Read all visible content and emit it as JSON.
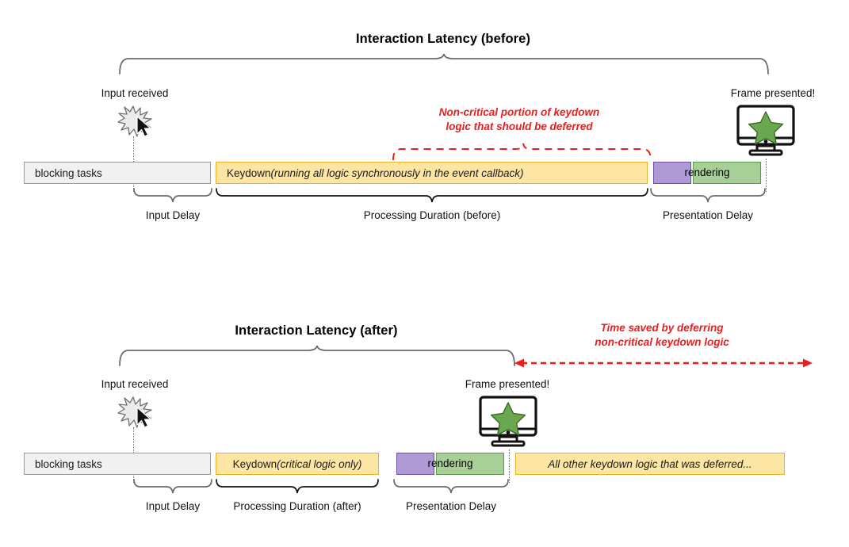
{
  "meta": {
    "colors": {
      "accent_red": "#ef1c1c",
      "yellow_fill": "#fde6a4",
      "yellow_border": "#eeb020",
      "purple_fill": "#b09ad6",
      "purple_border": "#6f4fa8",
      "green_fill": "#a8cf98",
      "green_border": "#5d9b4c",
      "gray_fill": "#f1f1f1",
      "gray_border": "#9a9a9a",
      "brace_gray": "#6b6b6b",
      "star_green": "#6aa84f"
    }
  },
  "before": {
    "title": "Interaction Latency (before)",
    "input_label": "Input received",
    "frame_label": "Frame presented!",
    "annotation": {
      "line1": "Non-critical portion of keydown",
      "line2": "logic that should be deferred"
    },
    "bars": {
      "blocking": "blocking tasks",
      "keydown_main": "Keydown ",
      "keydown_italic": "(running all logic synchronously in the event callback)",
      "rendering": "rendering"
    },
    "phases": {
      "input_delay": "Input Delay",
      "processing": "Processing Duration (before)",
      "presentation": "Presentation Delay"
    },
    "icons": {
      "burst": "burst-icon",
      "cursor": "cursor-icon",
      "monitor": "monitor-icon",
      "star": "star-icon"
    }
  },
  "after": {
    "title": "Interaction Latency (after)",
    "input_label": "Input received",
    "frame_label": "Frame presented!",
    "annotation": {
      "line1": "Time saved by deferring",
      "line2": "non-critical keydown logic"
    },
    "bars": {
      "blocking": "blocking tasks",
      "keydown_main": "Keydown ",
      "keydown_italic": "(critical logic only)",
      "rendering": "rendering",
      "deferred": "All other keydown logic that was deferred..."
    },
    "phases": {
      "input_delay": "Input Delay",
      "processing": "Processing Duration (after)",
      "presentation": "Presentation Delay"
    },
    "icons": {
      "burst": "burst-icon",
      "cursor": "cursor-icon",
      "monitor": "monitor-icon",
      "star": "star-icon",
      "arrow": "double-arrow-icon"
    }
  }
}
